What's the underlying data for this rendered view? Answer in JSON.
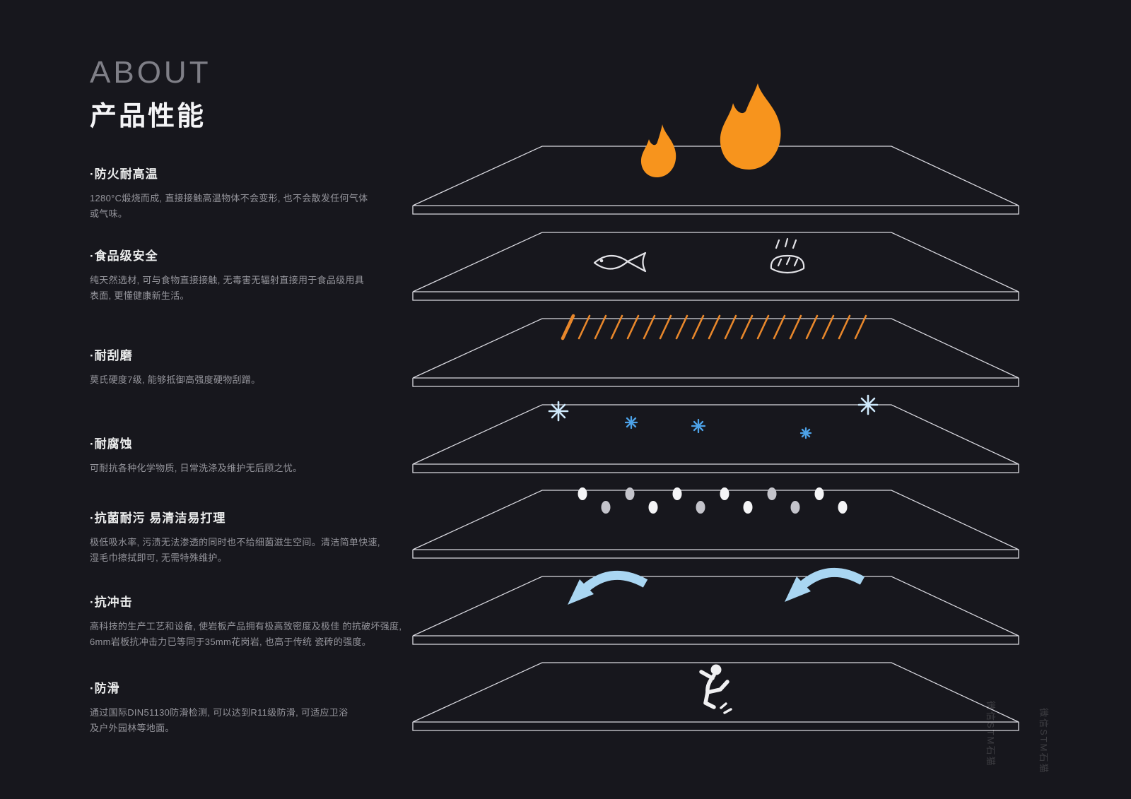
{
  "header": {
    "eyebrow": "ABOUT",
    "title": "产品性能"
  },
  "features": [
    {
      "title": "·防火耐高温",
      "desc": "1280°C煅烧而成, 直接接触高温物体不会变形, 也不会散发任何气体\n或气味。"
    },
    {
      "title": "·食品级安全",
      "desc": "纯天然选材, 可与食物直接接触, 无毒害无辐射直接用于食品级用具\n表面, 更懂健康新生活。"
    },
    {
      "title": "·耐刮磨",
      "desc": "莫氏硬度7级, 能够抵御高强度硬物刮蹭。"
    },
    {
      "title": "·耐腐蚀",
      "desc": "可耐抗各种化学物质, 日常洗涤及维护无后顾之忧。"
    },
    {
      "title": "·抗菌耐污 易清洁易打理",
      "desc": "极低吸水率, 污渍无法渗透的同时也不给细菌滋生空间。清洁简单快速,\n湿毛巾擦拭即可, 无需特殊维护。"
    },
    {
      "title": "·抗冲击",
      "desc": "高科技的生产工艺和设备, 使岩板产品拥有极高致密度及极佳 的抗破坏强度,\n6mm岩板抗冲击力已等同于35mm花岗岩, 也高于传统 瓷砖的强度。"
    },
    {
      "title": "·防滑",
      "desc": "通过国际DIN51130防滑检测, 可以达到R11级防滑, 可适应卫浴\n及户外园林等地面。"
    }
  ],
  "layers": [
    {
      "icon": "flame"
    },
    {
      "icon": "fish-and-bread"
    },
    {
      "icon": "scratch-lines"
    },
    {
      "icon": "snowflakes"
    },
    {
      "icon": "droplets"
    },
    {
      "icon": "impact-arrows"
    },
    {
      "icon": "slipping-person"
    }
  ],
  "colors": {
    "background": "#17171d",
    "flame_orange": "#f7941d",
    "scratch_orange": "#e8872b",
    "ice_blue_light": "#cfe9fb",
    "ice_blue": "#4da2e8",
    "arrow_blue": "#a9d6f2",
    "slab_line": "#d9d9e0",
    "text_primary": "#ecedee",
    "text_secondary": "#95959c"
  },
  "watermark": {
    "text": "微信STM石猫"
  }
}
